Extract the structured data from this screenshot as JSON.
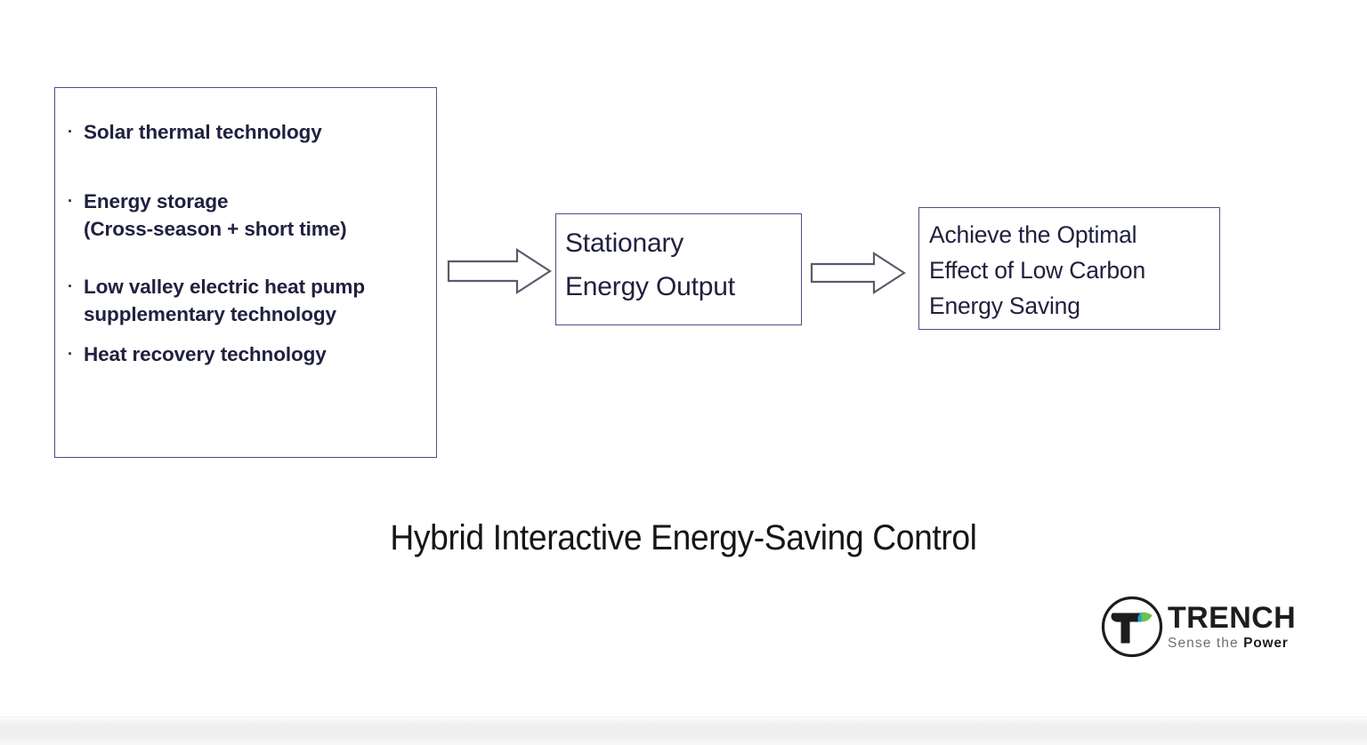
{
  "slide": {
    "background_color": "#ffffff",
    "caption": "Hybrid Interactive Energy-Saving Control"
  },
  "colors": {
    "box_border": "#4b5285",
    "box_text": "#20213f",
    "caption_text": "#161616",
    "arrow_outline": "#5a5a6b",
    "arrow_fill": "#ffffff",
    "logo_black": "#1d1d1b",
    "logo_grey": "#6f6f6f",
    "logo_leaf_green": "#6cc24a",
    "logo_leaf_blue": "#1b9fd8"
  },
  "diagram": {
    "type": "flow",
    "nodes": [
      {
        "id": "inputs",
        "kind": "bulleted-box",
        "bullet_glyph": "·",
        "bullets": [
          {
            "lines": [
              "Solar thermal technology"
            ]
          },
          {
            "lines": [
              "Energy storage",
              "(Cross-season + short time)"
            ]
          },
          {
            "lines": [
              "Low valley electric heat pump",
              "supplementary technology"
            ]
          },
          {
            "lines": [
              "Heat recovery technology"
            ]
          }
        ]
      },
      {
        "id": "stationary",
        "kind": "box",
        "lines": [
          "Stationary",
          "Energy Output"
        ]
      },
      {
        "id": "outcome",
        "kind": "box",
        "lines": [
          "Achieve the Optimal",
          "Effect of Low Carbon",
          "Energy Saving"
        ]
      }
    ],
    "edges": [
      {
        "id": "arrow-1",
        "from": "inputs",
        "to": "stationary",
        "style": "block-arrow-right"
      },
      {
        "id": "arrow-2",
        "from": "stationary",
        "to": "outcome",
        "style": "block-arrow-right"
      }
    ]
  },
  "logo": {
    "brand": "TRENCH",
    "tagline_light": "Sense the",
    "tagline_bold": "Power",
    "mark_letter": "T"
  }
}
